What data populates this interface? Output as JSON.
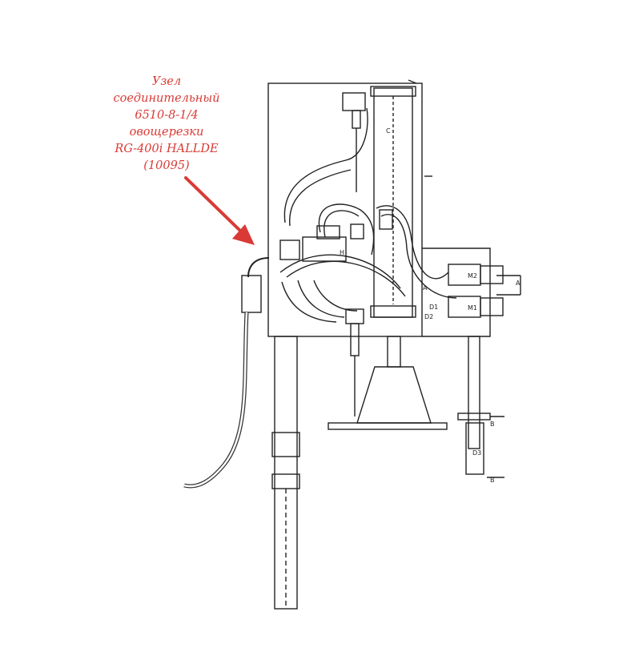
{
  "caption": {
    "lines": [
      "Узел",
      "соединительный",
      "6510-8-1/4",
      "овощерезки",
      "RG-400i HALLDE",
      "(10095)"
    ],
    "color": "#d93a35"
  },
  "arrow": {
    "color": "#d93a35"
  },
  "drawing": {
    "line_color": "#222222",
    "labels": {
      "cylinder": "C",
      "solenoid": "H",
      "motor_top": "M2",
      "motor_bottom": "M1",
      "section_a_top": "A",
      "section_a_mid": "A",
      "section_b_top": "B",
      "section_b_bottom": "B",
      "d1": "D1",
      "d2": "D2",
      "d3": "D3"
    }
  }
}
